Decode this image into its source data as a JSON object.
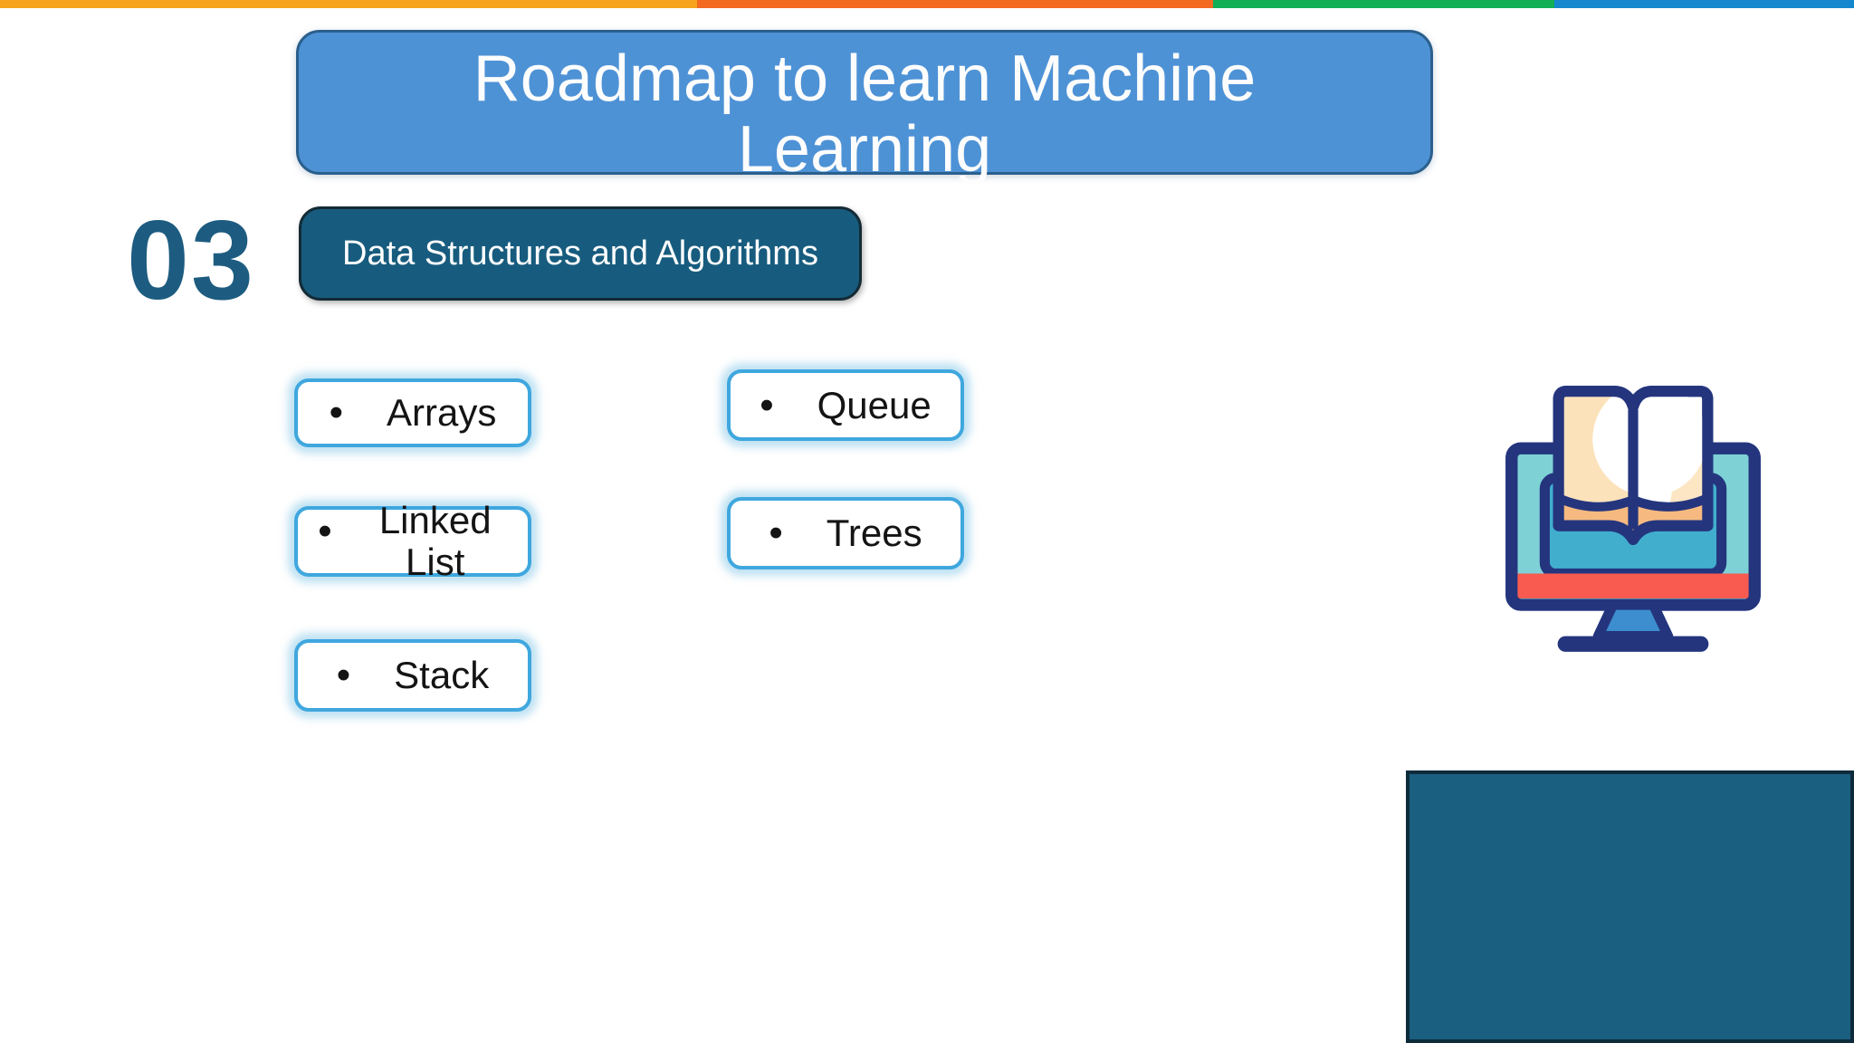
{
  "slide": {
    "title": "Roadmap to learn Machine Learning",
    "section": {
      "number": "03",
      "name": "Data Structures and Algorithms"
    },
    "bullet": "•",
    "topics": [
      {
        "label": "Arrays"
      },
      {
        "label": "Linked List"
      },
      {
        "label": "Stack"
      },
      {
        "label": "Queue"
      },
      {
        "label": "Trees"
      }
    ],
    "icon": {
      "name": "book-on-monitor"
    },
    "colors": {
      "stripe_orange": "#F6A41D",
      "stripe_dark_orange": "#F2691F",
      "stripe_green": "#10AF55",
      "stripe_blue": "#1487CF",
      "title_fill": "#4E92D6",
      "title_border": "#2A5F8C",
      "section_fill": "#175C7E",
      "section_number_color": "#1D5C80",
      "topic_border": "#3FA7DE",
      "corner_panel_fill": "#1A5F80"
    }
  }
}
